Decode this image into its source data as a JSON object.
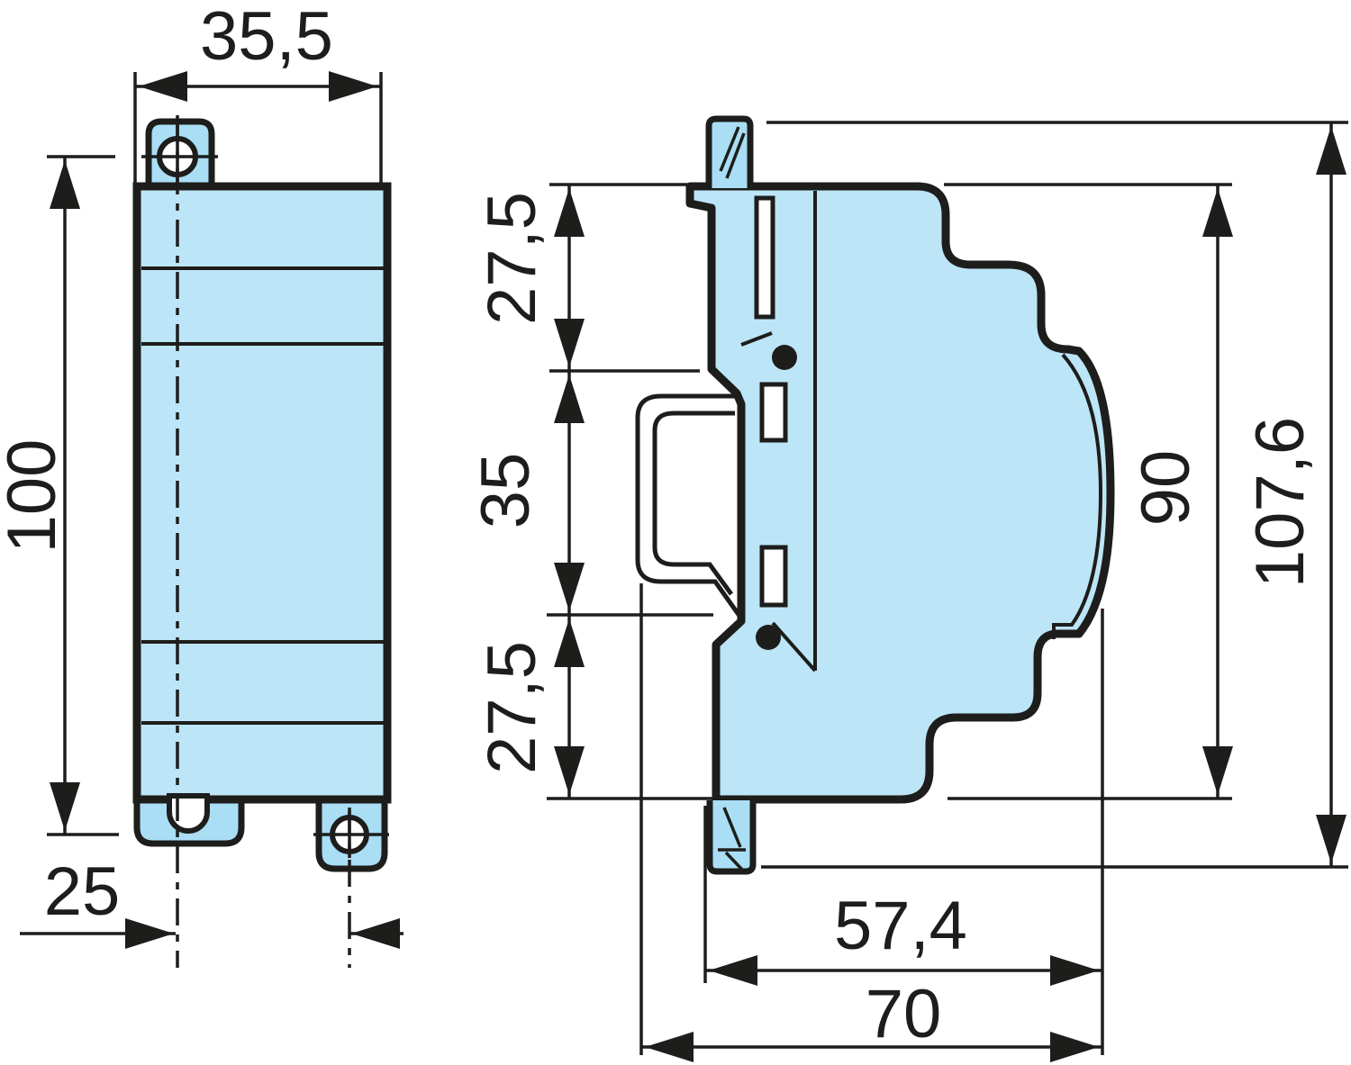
{
  "drawing": {
    "type": "technical-dimension-drawing",
    "front_view": {
      "width_mm": "35,5",
      "hole_pitch_mm": "100",
      "hole_offset_mm": "25"
    },
    "side_view": {
      "upper_section_mm": "27,5",
      "rail_section_mm": "35",
      "lower_section_mm": "27,5",
      "body_height_mm": "90",
      "overall_height_mm": "107,6",
      "front_depth_mm": "57,4",
      "overall_depth_mm": "70"
    }
  },
  "colors": {
    "outline": "#1d1d1b",
    "body_fill": "#bce5f7",
    "tab_fill": "#a9def5",
    "background": "#ffffff"
  }
}
